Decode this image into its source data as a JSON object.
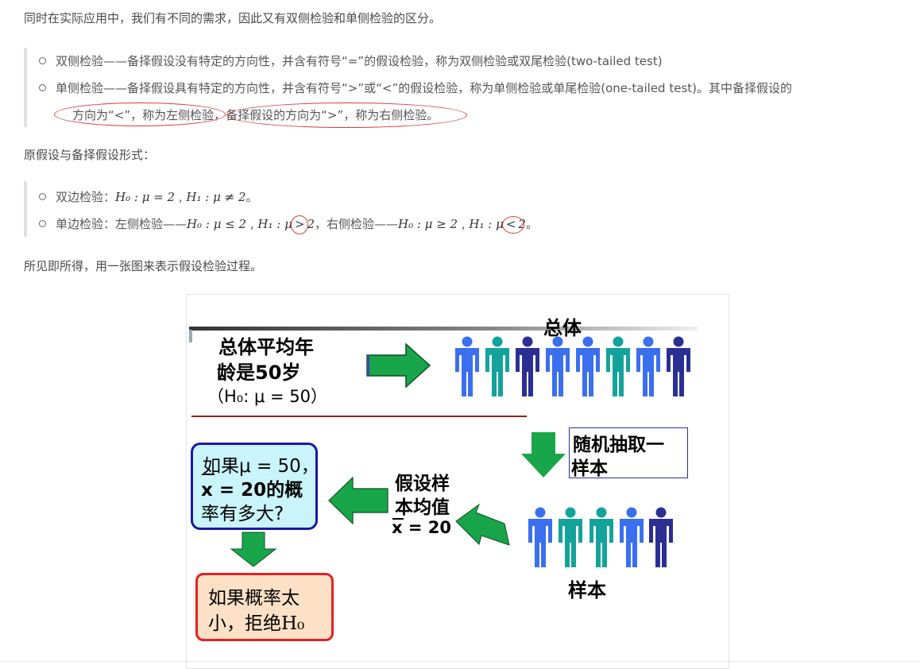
{
  "intro": "同时在实际应用中，我们有不同的需求，因此又有双侧检验和单侧检验的区分。",
  "types": {
    "two_tailed": "双侧检验——备择假设没有特定的方向性，并含有符号“=”的假设检验，称为双侧检验或双尾检验(two-tailed test)",
    "one_tailed_line1": "单侧检验——备择假设具有特定的方向性，并含有符号“>”或“<”的假设检验，称为单侧检验或单尾检验(one-tailed test)。其中备择假设的",
    "one_tailed_left": "方向为“<”，称为左侧检验",
    "sep": "，",
    "one_tailed_right": "备择假设的方向为“>”，称为右侧检验。"
  },
  "forms_title": "原假设与备择假设形式：",
  "forms": {
    "two_prefix": "双边检验：",
    "two_h0": "H₀ : μ = 2",
    "two_comma": " , ",
    "two_h1": "H₁ : μ ≠ 2",
    "two_end": "。",
    "one_prefix": "单边检验：左侧检验——",
    "left_h0": "H₀ : μ ≤ 2",
    "left_comma": " , ",
    "left_h1_a": "H₁ : μ",
    "left_sym": ">",
    "left_h1_b": "2",
    "mid": "，右侧检验——",
    "right_h0": "H₀ : μ ≥ 2",
    "right_comma": " , ",
    "right_h1_a": "H₁ : μ",
    "right_sym": "<",
    "right_h1_b": "2",
    "end": "。"
  },
  "summary": "所见即所得，用一张图来表示假设检验过程。",
  "figure": {
    "population_label": "总体",
    "claim_line1": "总体平均年",
    "claim_line2": "龄是50岁",
    "claim_line3": "（H₀: μ = 50）",
    "random_sample_line1": "随机抽取一",
    "random_sample_line2": "样本",
    "hyp_line1": "假设样",
    "hyp_line2": "本均值",
    "hyp_line3": "x = 20",
    "question_line1": "如果μ = 50，",
    "question_line2": "x = 20的概",
    "question_line3": "率有多大?",
    "decision_line1": "如果概率太",
    "decision_line2": "小，拒绝H₀",
    "sample_label": "样本",
    "colors": {
      "blue": "#3a6ff0",
      "teal": "#13a39a",
      "navy": "#2b2f93",
      "arrow_green": "#19a64a",
      "question_border": "#1c17a8",
      "question_fill": "#c9f4fb",
      "decision_border": "#e32222",
      "decision_fill": "#fde1c6"
    }
  }
}
